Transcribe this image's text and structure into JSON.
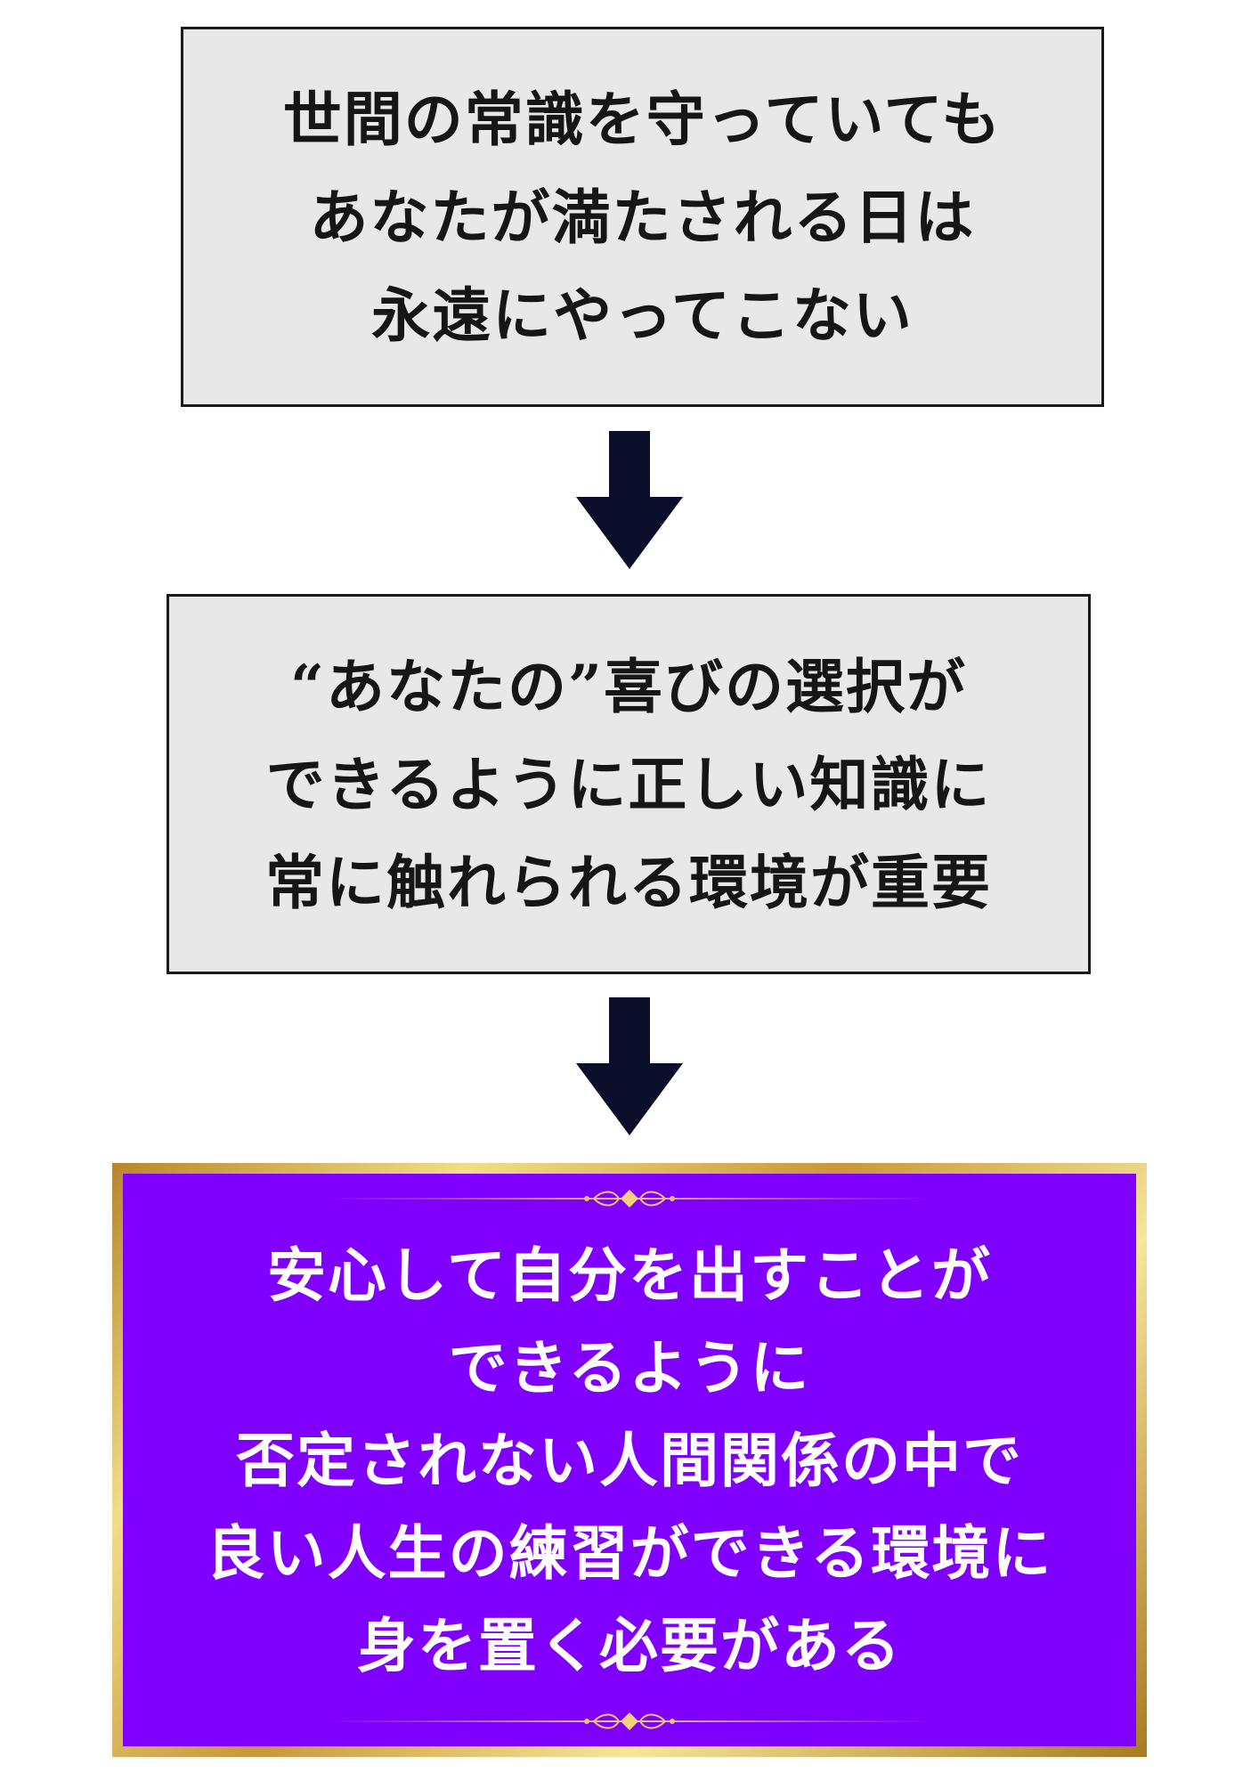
{
  "steps": [
    {
      "lines": [
        "世間の常識を守っていても",
        "あなたが満たされる日は",
        "永遠にやってこない"
      ]
    },
    {
      "lines": [
        "“あなたの”喜びの選択が",
        "できるように正しい知識に",
        "常に触れられる環境が重要"
      ]
    }
  ],
  "conclusion": {
    "lines": [
      "安心して自分を出すことが",
      "できるように",
      "否定されない人間関係の中で",
      "良い人生の練習ができる環境に",
      "身を置く必要がある"
    ]
  },
  "colors": {
    "box_fill": "#e9e8e9",
    "arrow": "#0b0e2a",
    "panel": "#7f00ff",
    "frame_gold": "#d6ab52"
  },
  "icons": {
    "arrow": "down-arrow-icon",
    "ornament": "flourish-ornament-icon"
  }
}
